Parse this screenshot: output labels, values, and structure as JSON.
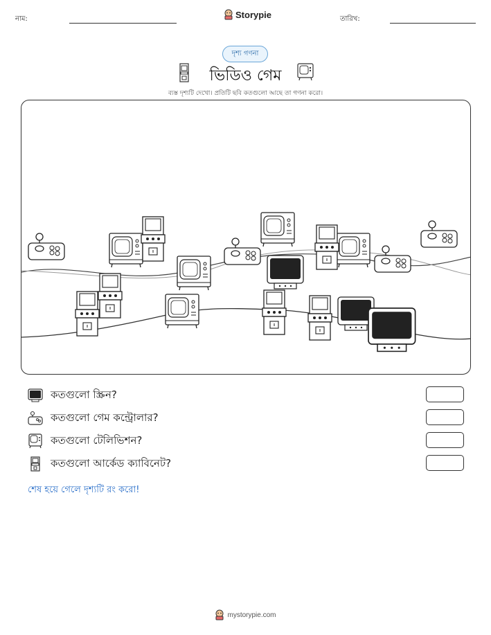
{
  "header": {
    "name_label": "নাম:",
    "date_label": "তারিখ:",
    "brand": "Storypie",
    "brand_icon": "storypie-mascot-icon"
  },
  "badge": "দৃশ্য গণনা",
  "title": "ভিডিও গেম",
  "subtitle": "ব্যস্ত দৃশ্যটি দেখো। প্রতিটি ছবি কতগুলো আছে তা গণনা করো।",
  "questions": [
    {
      "icon": "screen-icon",
      "text": "কতগুলো স্ক্রিন?"
    },
    {
      "icon": "game-controller-icon",
      "text": "কতগুলো গেম কন্ট্রোলার?"
    },
    {
      "icon": "television-icon",
      "text": "কতগুলো টেলিভিশন?"
    },
    {
      "icon": "arcade-cabinet-icon",
      "text": "কতগুলো আর্কেড ক্যাবিনেট?"
    }
  ],
  "finish_note": "শেষ হয়ে গেলে দৃশ্যটি রং করো!",
  "footer": "mystorypie.com",
  "colors": {
    "accent_blue": "#2a6fc9",
    "badge_border": "#6aa6d8",
    "ink": "#222222"
  }
}
